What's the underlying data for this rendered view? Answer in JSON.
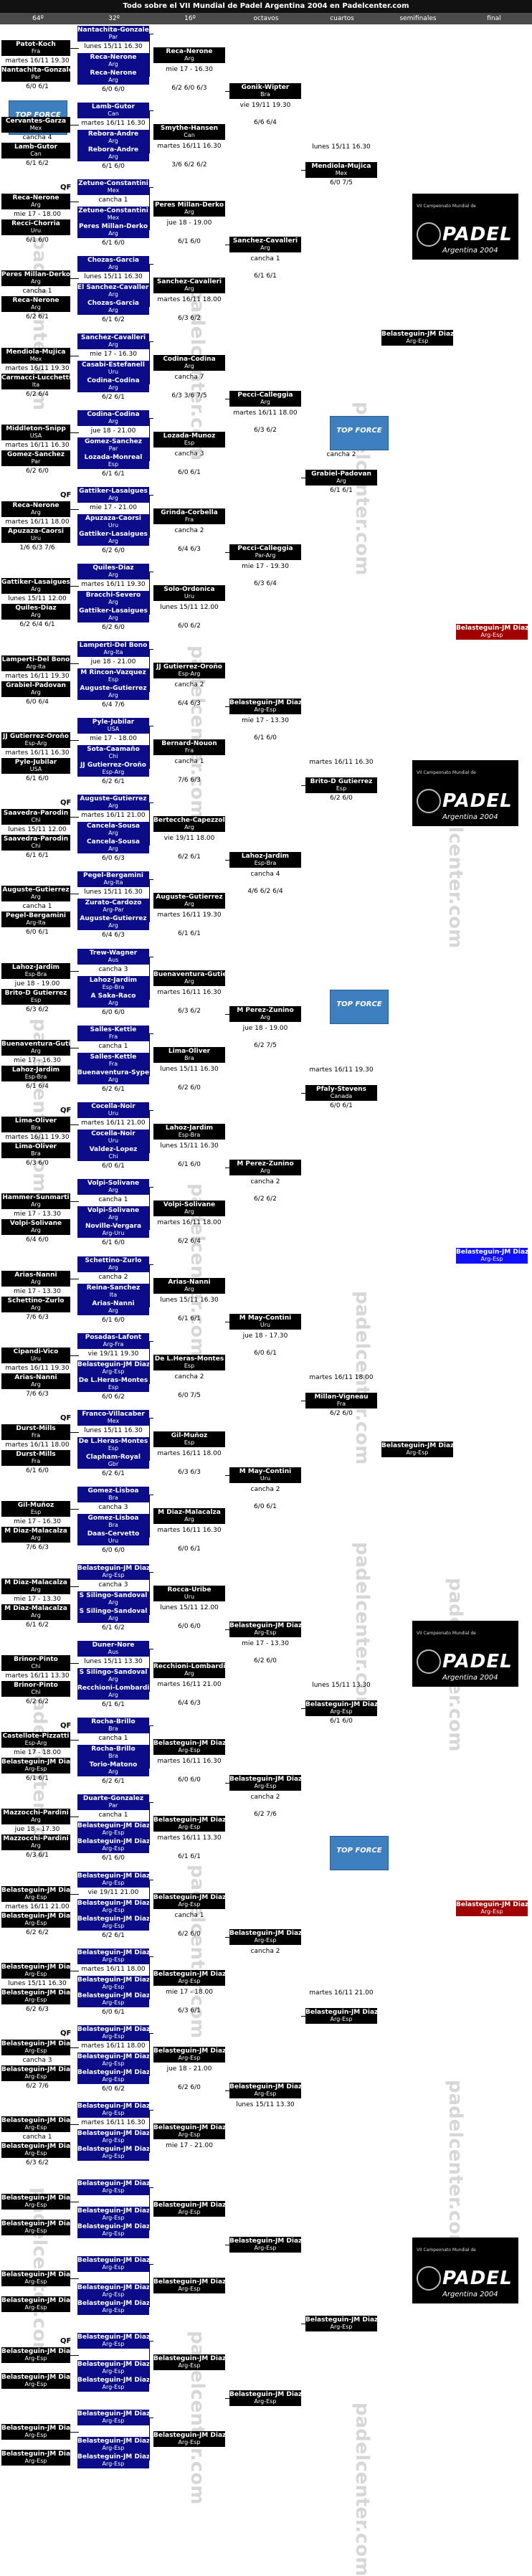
{
  "header": {
    "title": "Todo sobre el VII Mundial de Padel Argentina 2004 en Padelcenter.com"
  },
  "columns": [
    "64º",
    "32º",
    "16º",
    "octavos",
    "cuartos",
    "semifinales",
    "final"
  ],
  "watermark": "padelcenter.com",
  "logos": {
    "topforce_icon": "logo-icon",
    "topforce_text": "TOP FORCE",
    "banner_small": "VII Campeonato Mundial de",
    "banner_big": "PADEL",
    "banner_sub": "Argentina 2004"
  },
  "colors": {
    "black": "#000000",
    "navy": "#0c0c8a",
    "blue": "#1010ff",
    "red": "#a00000"
  },
  "teams": [
    {
      "n": "Patot-Koch",
      "c": "Fra"
    },
    {
      "n": "Nantachita-Gonzalez",
      "c": "Par"
    },
    {
      "n": "Nantachita-Gonzalez",
      "c": "Par"
    },
    {
      "n": "Reca-Nerone",
      "c": "Arg"
    },
    {
      "n": "Reca-Nerone",
      "c": "Arg"
    },
    {
      "n": "Reca-Nerone",
      "c": "Arg"
    },
    {
      "n": "Cervantes-Garza",
      "c": "Mex"
    },
    {
      "n": "Lamb-Gutor",
      "c": "Can"
    },
    {
      "n": "Lamb-Gutor",
      "c": "Can"
    },
    {
      "n": "Rebora-Andre",
      "c": "Arg"
    },
    {
      "n": "Rebora-Andre",
      "c": "Arg"
    },
    {
      "n": "Smythe-Hansen",
      "c": "Can"
    },
    {
      "n": "Reca-Nerone",
      "c": "Arg"
    },
    {
      "n": "Recci-Chorria",
      "c": "Uru"
    },
    {
      "n": "Zetune-Constantini",
      "c": "Mex"
    },
    {
      "n": "Zetune-Constantini",
      "c": "Mex"
    },
    {
      "n": "Peres Millan-Derko",
      "c": "Arg"
    },
    {
      "n": "Peres Millan-Derko",
      "c": "Arg"
    },
    {
      "n": "Peres Millan-Derko",
      "c": "Arg"
    },
    {
      "n": "Reca-Nerone",
      "c": "Arg"
    },
    {
      "n": "Chozas-Garcia",
      "c": "Arg"
    },
    {
      "n": "El Sanchez-Cavalleri",
      "c": "Arg"
    },
    {
      "n": "Chozas-Garcia",
      "c": "Arg"
    },
    {
      "n": "Sanchez-Cavalleri",
      "c": "Arg"
    },
    {
      "n": "Gonik-Wipter",
      "c": "Bra"
    },
    {
      "n": "Sanchez-Cavalleri",
      "c": "Arg"
    },
    {
      "n": "Mendiola-Mujica",
      "c": "Mex"
    },
    {
      "n": "Mendiola-Mujica",
      "c": "Mex"
    },
    {
      "n": "Carmacci-Lucchetti",
      "c": "Ita"
    },
    {
      "n": "Sanchez-Cavalleri",
      "c": "Arg"
    },
    {
      "n": "Casabi-Estefanell",
      "c": "Uru"
    },
    {
      "n": "Codina-Codina",
      "c": "Arg"
    },
    {
      "n": "Codina-Codina",
      "c": "Arg"
    },
    {
      "n": "Middleton-Snipp",
      "c": "USA"
    },
    {
      "n": "Gomez-Sanchez",
      "c": "Par"
    },
    {
      "n": "Codina-Codina",
      "c": "Arg"
    },
    {
      "n": "Gomez-Sanchez",
      "c": "Par"
    },
    {
      "n": "Lozada-Monreal",
      "c": "Esp"
    },
    {
      "n": "Lozada-Munoz",
      "c": "Esp"
    },
    {
      "n": "Reca-Nerone",
      "c": "Arg"
    },
    {
      "n": "Apuzaza-Caorsi",
      "c": "Uru"
    },
    {
      "n": "Gattiker-Lasaigues",
      "c": "Arg"
    },
    {
      "n": "Apuzaza-Caorsi",
      "c": "Uru"
    },
    {
      "n": "Gattiker-Lasaigues",
      "c": "Arg"
    },
    {
      "n": "Grinda-Corbella",
      "c": "Fra"
    },
    {
      "n": "Gattiker-Lasaigues",
      "c": "Arg"
    },
    {
      "n": "Quiles-Diaz",
      "c": "Arg"
    },
    {
      "n": "Quiles-Diaz",
      "c": "Arg"
    },
    {
      "n": "Bracchi-Severo",
      "c": "Arg"
    },
    {
      "n": "Gattiker-Lasaigues",
      "c": "Arg"
    },
    {
      "n": "Solo-Ordonica",
      "c": "Uru"
    },
    {
      "n": "Pecci-Calleggia",
      "c": "Arg"
    },
    {
      "n": "Pecci-Calleggia",
      "c": "Par-Arg"
    },
    {
      "n": "Grabiel-Padovan",
      "c": "Arg"
    },
    {
      "n": "Lamperti-Del Bono",
      "c": "Arg-Ita"
    },
    {
      "n": "Grabiel-Padovan",
      "c": "Arg"
    },
    {
      "n": "Lamperti-Del Bono",
      "c": "Arg-Ita"
    },
    {
      "n": "M Rincon-Vazquez",
      "c": "Esp"
    },
    {
      "n": "Auguste-Gutierrez",
      "c": "Arg"
    },
    {
      "n": "JJ Gutierrez-Oroño",
      "c": "Esp-Arg"
    },
    {
      "n": "JJ Gutierrez-Oroño",
      "c": "Esp-Arg"
    },
    {
      "n": "Pyle-Jubilar",
      "c": "USA"
    },
    {
      "n": "Pyle-Jubilar",
      "c": "USA"
    },
    {
      "n": "Sota-Caamaño",
      "c": "Chi"
    },
    {
      "n": "JJ Gutierrez-Oroño",
      "c": "Esp-Arg"
    },
    {
      "n": "Bernard-Nouon",
      "c": "Fra"
    },
    {
      "n": "Saavedra-Parodin",
      "c": "Chi"
    },
    {
      "n": "Saavedra-Parodin",
      "c": "Chi"
    },
    {
      "n": "Auguste-Gutierrez",
      "c": "Arg"
    },
    {
      "n": "Cancela-Sousa",
      "c": "Arg"
    },
    {
      "n": "Cancela-Sousa",
      "c": "Arg"
    },
    {
      "n": "Bertecche-Capezzoli",
      "c": "Arg"
    },
    {
      "n": "Auguste-Gutierrez",
      "c": "Arg"
    },
    {
      "n": "Pegel-Bergamini",
      "c": "Arg-Ita"
    },
    {
      "n": "Pegel-Bergamini",
      "c": "Arg-Ita"
    },
    {
      "n": "Zurato-Cardozo",
      "c": "Arg-Par"
    },
    {
      "n": "Auguste-Gutierrez",
      "c": "Arg"
    },
    {
      "n": "Auguste-Gutierrez",
      "c": "Arg"
    },
    {
      "n": "Belasteguin-JM Diaz",
      "c": "Arg-Esp"
    },
    {
      "n": "Lahoz-Jardim",
      "c": "Esp-Bra"
    },
    {
      "n": "Brito-D Gutierrez",
      "c": "Esp"
    },
    {
      "n": "Lahoz-Jardim",
      "c": "Esp-Bra"
    },
    {
      "n": "Brito-D Gutierrez",
      "c": "Esp"
    },
    {
      "n": "Trew-Wagner",
      "c": "Aus"
    },
    {
      "n": "Lahoz-Jardim",
      "c": "Esp-Bra"
    },
    {
      "n": "A Saka-Raco",
      "c": "Arg"
    },
    {
      "n": "Buenaventura-Gutierrez",
      "c": "Arg"
    },
    {
      "n": "Buenaventura-Gutierrez",
      "c": "Arg"
    },
    {
      "n": "Lahoz-Jardim",
      "c": "Esp-Bra"
    },
    {
      "n": "Salles-Kettle",
      "c": "Fra"
    },
    {
      "n": "Salles-Kettle",
      "c": "Fra"
    },
    {
      "n": "Buenaventura-Sypermann",
      "c": "Arg"
    },
    {
      "n": "Lima-Oliver",
      "c": "Bra"
    },
    {
      "n": "Lima-Oliver",
      "c": "Bra"
    },
    {
      "n": "Lima-Oliver",
      "c": "Bra"
    },
    {
      "n": "Cocella-Noir",
      "c": "Uru"
    },
    {
      "n": "Cocella-Noir",
      "c": "Uru"
    },
    {
      "n": "Valdez-Lopez",
      "c": "Chi"
    },
    {
      "n": "Lahoz-Jardim",
      "c": "Esp-Bra"
    },
    {
      "n": "Hammer-Sunmarti",
      "c": "Arg"
    },
    {
      "n": "Volpi-Solivane",
      "c": "Arg"
    },
    {
      "n": "Volpi-Solivane",
      "c": "Arg"
    },
    {
      "n": "Volpi-Solivane",
      "c": "Arg"
    },
    {
      "n": "Noville-Vergara",
      "c": "Arg-Uru"
    },
    {
      "n": "Volpi-Solivane",
      "c": "Arg"
    },
    {
      "n": "M Perez-Zunino",
      "c": "Arg"
    },
    {
      "n": "M Perez-Zunino",
      "c": "Arg"
    },
    {
      "n": "Pfaly-Stevens",
      "c": "Canada"
    },
    {
      "n": "Arias-Nanni",
      "c": "Arg"
    },
    {
      "n": "Schettino-Zurlo",
      "c": "Arg"
    },
    {
      "n": "Schettino-Zurlo",
      "c": "Arg"
    },
    {
      "n": "Reina-Sanchez",
      "c": "Ita"
    },
    {
      "n": "Arias-Nanni",
      "c": "Arg"
    },
    {
      "n": "Arias-Nanni",
      "c": "Arg"
    },
    {
      "n": "Cipandi-Vico",
      "c": "Uru"
    },
    {
      "n": "Arias-Nanni",
      "c": "Arg"
    },
    {
      "n": "Posadas-Lafont",
      "c": "Arg-Fra"
    },
    {
      "n": "Belasteguin-JM Diaz",
      "c": "Arg-Esp"
    },
    {
      "n": "De L.Heras-Montes",
      "c": "Esp"
    },
    {
      "n": "De L.Heras-Montes",
      "c": "Esp"
    },
    {
      "n": "Durst-Mills",
      "c": "Fra"
    },
    {
      "n": "Durst-Mills",
      "c": "Fra"
    },
    {
      "n": "Franco-Villacaber",
      "c": "Mex"
    },
    {
      "n": "De L.Heras-Montes",
      "c": "Esp"
    },
    {
      "n": "Clapham-Royal",
      "c": "Gbr"
    },
    {
      "n": "Gil-Muñoz",
      "c": "Esp"
    },
    {
      "n": "Gil-Muñoz",
      "c": "Esp"
    },
    {
      "n": "M Diaz-Malacalza",
      "c": "Arg"
    },
    {
      "n": "Gomez-Lisboa",
      "c": "Bra"
    },
    {
      "n": "Gomez-Lisboa",
      "c": "Bra"
    },
    {
      "n": "Daas-Cervetto",
      "c": "Uru"
    },
    {
      "n": "M Diaz-Malacalza",
      "c": "Arg"
    },
    {
      "n": "M May-Contini",
      "c": "Uru"
    },
    {
      "n": "M May-Contini",
      "c": "Uru"
    },
    {
      "n": "Millan-Vigneau",
      "c": "Fra"
    },
    {
      "n": "M Diaz-Malacalza",
      "c": "Arg"
    },
    {
      "n": "M Diaz-Malacalza",
      "c": "Arg"
    },
    {
      "n": "Belasteguin-JM Diaz",
      "c": "Arg-Esp"
    },
    {
      "n": "S Silingo-Sandoval",
      "c": "Arg"
    },
    {
      "n": "S Silingo-Sandoval",
      "c": "Arg"
    },
    {
      "n": "Rocca-Uribe",
      "c": "Uru"
    },
    {
      "n": "Brinor-Pinto",
      "c": "Chi"
    },
    {
      "n": "Brinor-Pinto",
      "c": "Chi"
    },
    {
      "n": "Duner-Nore",
      "c": "Aus"
    },
    {
      "n": "S Silingo-Sandoval",
      "c": "Arg"
    },
    {
      "n": "Recchioni-Lombardi",
      "c": "Arg"
    },
    {
      "n": "Recchioni-Lombardi",
      "c": "Arg"
    },
    {
      "n": "Castellote-Pizzatti",
      "c": "Esp-Arg"
    },
    {
      "n": "Belasteguin-JM Diaz",
      "c": "Arg-Esp"
    },
    {
      "n": "Rocha-Brillo",
      "c": "Bra"
    },
    {
      "n": "Rocha-Brillo",
      "c": "Bra"
    },
    {
      "n": "Torio-Matono",
      "c": "Arg"
    },
    {
      "n": "Belasteguin-JM Diaz",
      "c": "Arg-Esp"
    },
    {
      "n": "Mazzocchi-Pardini",
      "c": "Arg"
    },
    {
      "n": "Mazzocchi-Pardini",
      "c": "Arg"
    },
    {
      "n": "Duarte-Gonzalez",
      "c": "Par"
    },
    {
      "n": "Belasteguin-JM Diaz",
      "c": "Arg-Esp"
    }
  ],
  "infos": [
    "martes 16/11 19.30",
    "lunes 15/11 16.30",
    "mie 17 - 16.30",
    "cancha 4",
    "martes 16/11 16.30",
    "martes 16/11 16.30",
    "mie 17 - 18.00",
    "cancha 1",
    "jue 18 - 19.00",
    "cancha 1",
    "lunes 15/11 16.30",
    "martes 16/11 18.00",
    "vie 19/11 19.30",
    "cancha 1",
    "lunes 15/11 16.30",
    "martes 16/11 19.30",
    "mie 17 - 16.30",
    "cancha 7",
    "martes 16/11 16.30",
    "jue 18 - 21.00",
    "cancha 3",
    "martes 16/11 18.00",
    "mie 17 - 21.00",
    "cancha 2",
    "lunes 15/11 12.00",
    "martes 16/11 19.30",
    "lunes 15/11 12.00",
    "martes 16/11 18.00",
    "mie 17 - 19.30",
    "cancha 2",
    "martes 16/11 19.30",
    "jue 18 - 21.00",
    "cancha 2",
    "martes 16/11 16.30",
    "mie 17 - 18.00",
    "cancha 1",
    "lunes 15/11 12.00",
    "martes 16/11 21.00",
    "vie 19/11 18.00",
    "cancha 1",
    "lunes 15/11 16.30",
    "martes 16/11 19.30",
    "mie 17 - 13.30",
    "cancha 4",
    "martes 16/11 16.30",
    "jue 18 - 19.00",
    "cancha 3",
    "martes 16/11 16.30",
    "mie 17 - 16.30",
    "cancha 1",
    "lunes 15/11 16.30",
    "martes 16/11 19.30",
    "martes 16/11 21.00",
    "lunes 15/11 16.30",
    "mie 17 - 13.30",
    "cancha 1",
    "martes 16/11 18.00",
    "jue 18 - 19.00",
    "cancha 2",
    "martes 16/11 19.30",
    "mie 17 - 13.30",
    "cancha 2",
    "lunes 15/11 16.30",
    "martes 16/11 19.30",
    "vie 19/11 19.30",
    "cancha 2",
    "martes 16/11 18.00",
    "lunes 15/11 16.30",
    "martes 16/11 18.00",
    "mie 17 - 16.30",
    "cancha 3",
    "martes 16/11 16.30",
    "jue 18 - 17.30",
    "cancha 2",
    "martes 16/11 18.00",
    "mie 17 - 13.30",
    "cancha 3",
    "lunes 15/11 12.00",
    "martes 16/11 13.30",
    "lunes 15/11 13.30",
    "martes 16/11 21.00",
    "mie 17 - 18.00",
    "cancha 1",
    "martes 16/11 16.30",
    "jue 18 - 17.30",
    "cancha 1",
    "martes 16/11 13.30",
    "mie 17 - 13.30",
    "cancha 2",
    "lunes 15/11 13.30",
    "martes 16/11 21.00",
    "vie 19/11 21.00",
    "cancha 1",
    "lunes 15/11 16.30",
    "martes 16/11 18.00",
    "mie 17 - 18.00",
    "cancha 3",
    "martes 16/11 18.00",
    "jue 18 - 21.00",
    "cancha 1",
    "martes 16/11 16.30",
    "mie 17 - 21.00",
    "cancha 2",
    "lunes 15/11 13.30",
    "martes 16/11 21.00"
  ],
  "scores": [
    "6/0 6/1",
    "6/0 6/0",
    "6/2 6/0 6/3",
    "6/1 6/2",
    "6/1 6/0",
    "3/6 6/2 6/2",
    "6/1 6/0",
    "6/1 6/0",
    "6/1 6/0",
    "6/2 6/1",
    "6/1 6/2",
    "6/3 6/2",
    "6/6 6/4",
    "6/1 6/1",
    "6/0 7/5",
    "6/2 6/4",
    "6/2 6/1",
    "6/3 3/6 7/5",
    "6/2 6/0",
    "6/1 6/1",
    "6/0 6/1",
    "1/6 6/3 7/6",
    "6/2 6/0",
    "6/4 6/3",
    "6/2 6/4 6/1",
    "6/2 6/0",
    "6/0 6/2",
    "6/3 6/2",
    "6/3 6/4",
    "6/1 6/1",
    "6/0 6/4",
    "6/4 7/6",
    "6/4 6/3",
    "6/1 6/0",
    "6/2 6/1",
    "7/6 6/3",
    "6/1 6/1",
    "6/0 6/3",
    "6/2 6/1",
    "6/0 6/1",
    "6/4 6/3",
    "6/1 6/1",
    "6/1 6/0",
    "4/6 6/2 6/4",
    "6/2 6/0",
    "6/3 6/2",
    "6/0 6/0",
    "6/3 6/2",
    "6/1 6/4",
    "6/2 6/1",
    "6/2 6/0",
    "6/3 6/0",
    "6/0 6/1",
    "6/1 6/0",
    "6/4 6/0",
    "6/1 6/0",
    "6/2 6/4",
    "6/2 7/5",
    "6/2 6/2",
    "6/0 6/1",
    "7/6 6/3",
    "6/1 6/0",
    "6/1 6/1",
    "7/6 6/3",
    "6/0 6/2",
    "6/0 7/5",
    "6/1 6/0",
    "6/2 6/1",
    "6/3 6/3",
    "7/6 6/3",
    "6/0 6/0",
    "6/0 6/1",
    "6/0 6/1",
    "6/0 6/1",
    "6/2 6/0",
    "6/1 6/2",
    "6/1 6/2",
    "6/0 6/0",
    "6/2 6/2",
    "6/1 6/1",
    "6/4 6/3",
    "6/1 6/1",
    "6/2 6/1",
    "6/0 6/0",
    "6/3 6/1",
    "6/1 6/0",
    "6/1 6/1",
    "6/2 6/0",
    "6/2 7/6",
    "6/1 6/0",
    "6/2 6/2",
    "6/2 6/1",
    "6/2 6/0",
    "6/2 6/3",
    "6/0 6/1",
    "6/3 6/1",
    "6/2 7/6",
    "6/0 6/2",
    "6/2 6/0",
    "6/3 6/2"
  ],
  "qf_labels": [
    "QF",
    "QF",
    "QF",
    "QF",
    "QF",
    "QF",
    "QF",
    "QF"
  ]
}
